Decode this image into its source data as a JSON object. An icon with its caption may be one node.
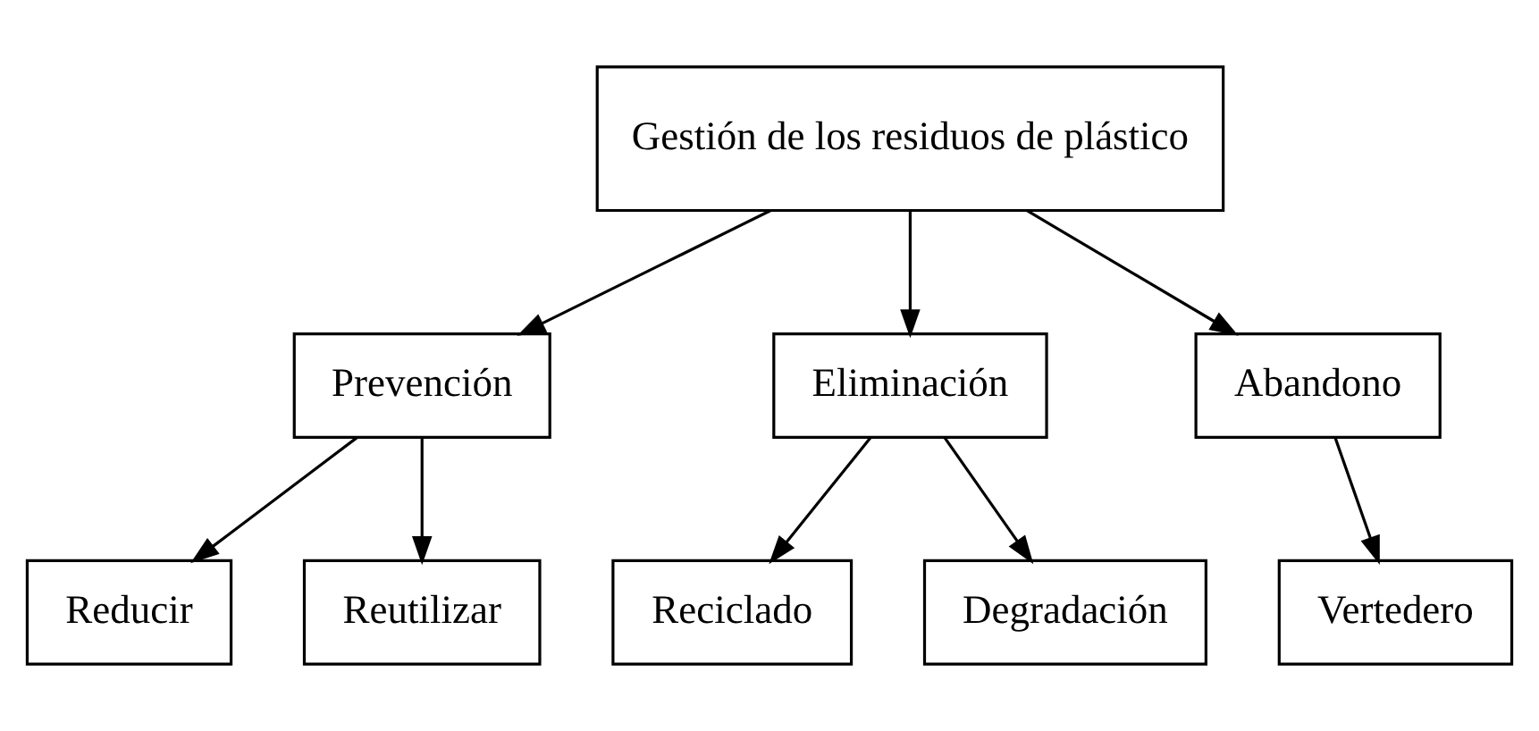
{
  "diagram": {
    "nodes": [
      {
        "text": [
          "Gestión de los residuos de plástico"
        ]
      },
      {
        "text": [
          "Prevención"
        ]
      },
      {
        "text": [
          "Eliminación"
        ]
      },
      {
        "text": [
          "Abandono"
        ]
      },
      {
        "text": [
          "Reducir"
        ]
      },
      {
        "text": [
          "Reutilizar"
        ]
      },
      {
        "text": [
          "Reciclado"
        ]
      },
      {
        "text": [
          "Degradación"
        ]
      },
      {
        "text": [
          "Vertedero"
        ]
      }
    ],
    "edges": [
      {
        "from": 0,
        "to": 1,
        "arrow": "to"
      },
      {
        "from": 0,
        "to": 2,
        "arrow": "to"
      },
      {
        "from": 0,
        "to": 3,
        "arrow": "to"
      },
      {
        "from": 1,
        "to": 4,
        "arrow": "to"
      },
      {
        "from": 1,
        "to": 5,
        "arrow": "to"
      },
      {
        "from": 2,
        "to": 6,
        "arrow": "to"
      },
      {
        "from": 2,
        "to": 7,
        "arrow": "to"
      },
      {
        "from": 3,
        "to": 8,
        "arrow": "to"
      }
    ]
  }
}
